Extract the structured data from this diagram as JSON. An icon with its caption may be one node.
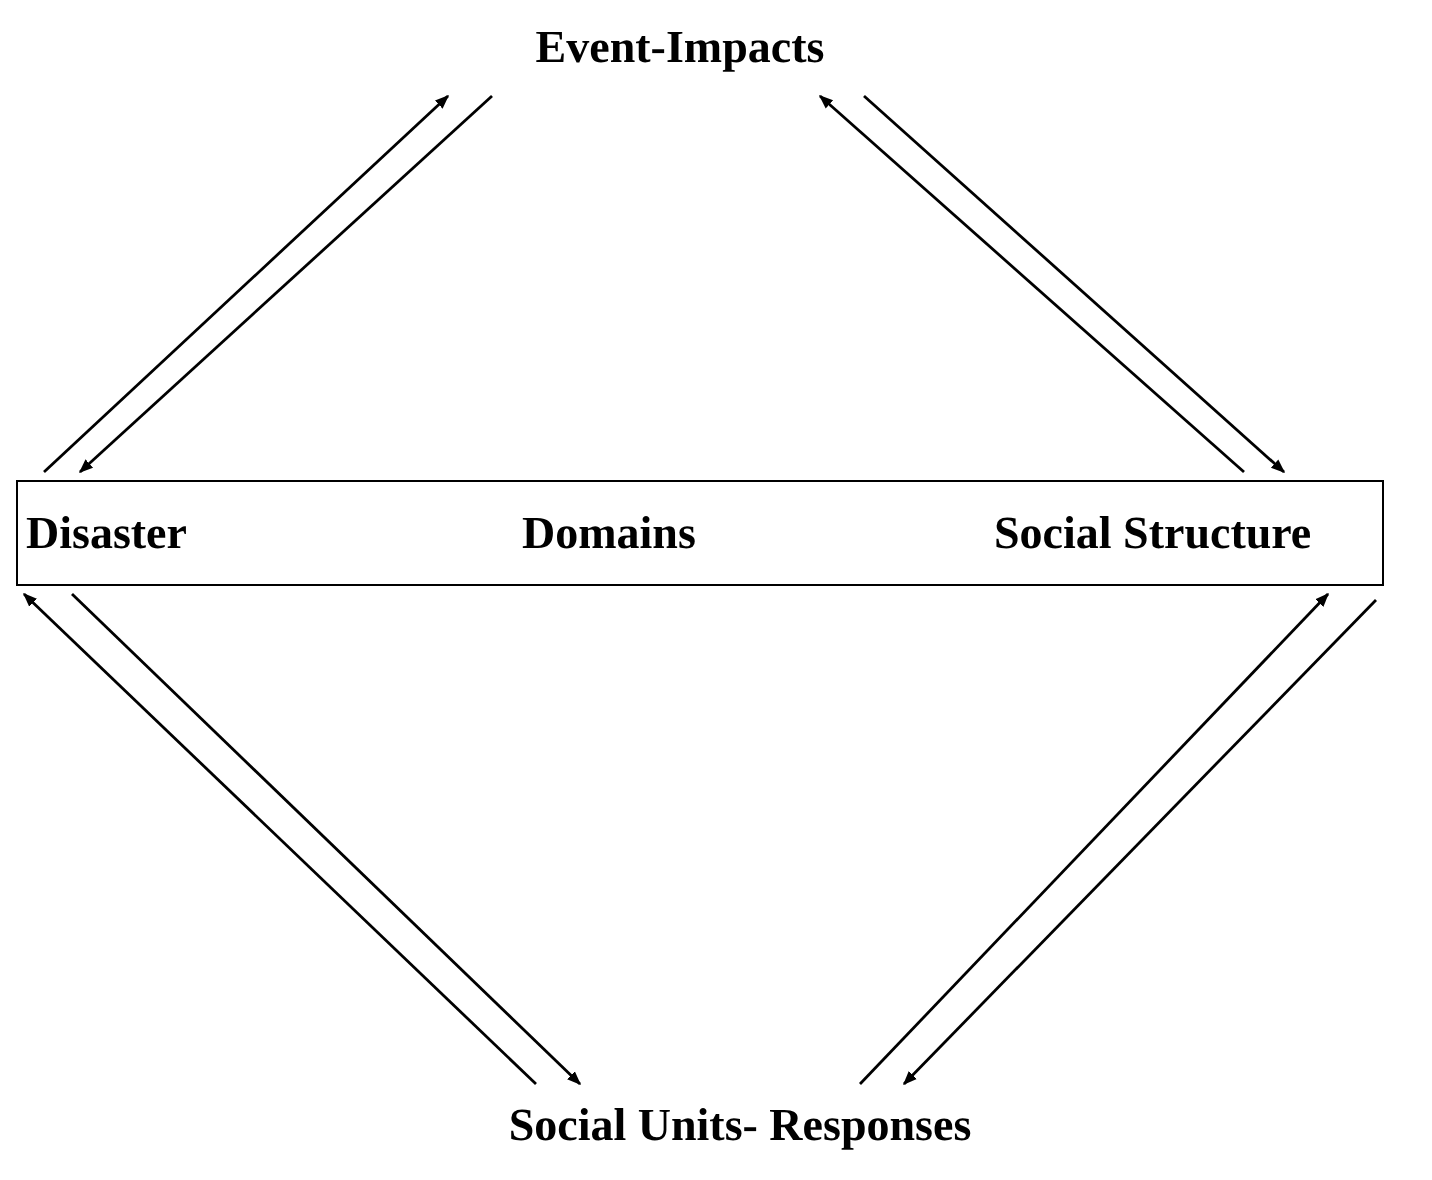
{
  "diagram": {
    "nodes": [
      {
        "text": [
          "Event-Impacts"
        ]
      },
      {
        "text": [
          "Disaster",
          "Domains",
          "Social Structure"
        ]
      },
      {
        "text": [
          "Social Units- Responses"
        ]
      }
    ],
    "edges": [
      {
        "from": 1,
        "to": 0,
        "arrow": "to"
      },
      {
        "from": 0,
        "to": 1,
        "arrow": "to"
      },
      {
        "from": 1,
        "to": 0,
        "arrow": "to"
      },
      {
        "from": 0,
        "to": 1,
        "arrow": "to"
      },
      {
        "from": 2,
        "to": 1,
        "arrow": "to"
      },
      {
        "from": 1,
        "to": 2,
        "arrow": "to"
      },
      {
        "from": 2,
        "to": 1,
        "arrow": "to"
      },
      {
        "from": 1,
        "to": 2,
        "arrow": "to"
      }
    ]
  }
}
